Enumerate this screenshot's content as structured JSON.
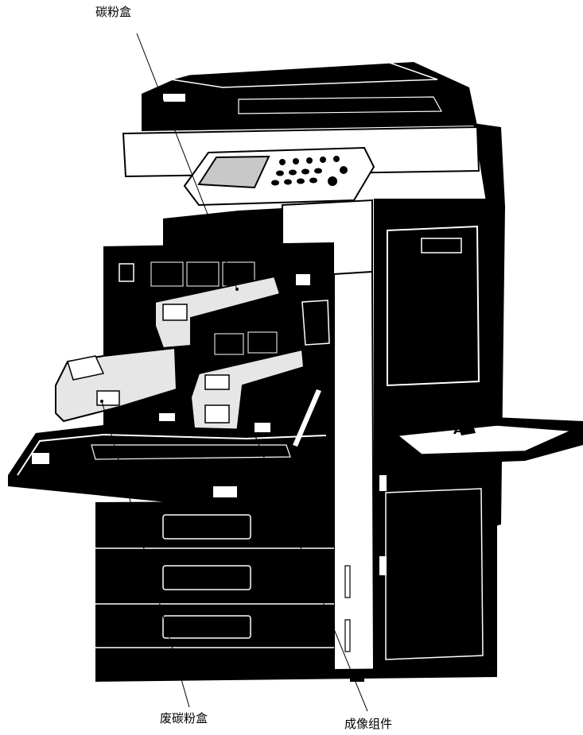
{
  "labels": {
    "toner_cartridge": "碳粉盒",
    "waste_toner_box": "废碳粉盒",
    "imaging_unit": "成像组件"
  },
  "colors": {
    "ink": "#000000",
    "paper": "#ffffff",
    "highlight": "#e6e6e6",
    "screen": "#c8c8c8"
  }
}
